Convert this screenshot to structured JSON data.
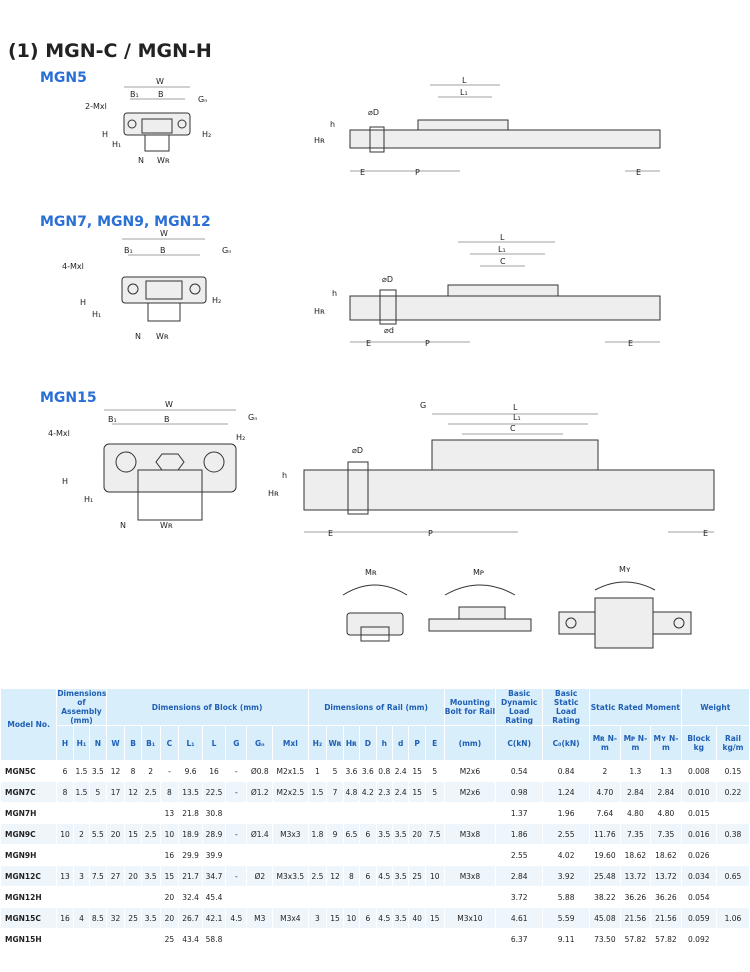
{
  "title": "(1) MGN-C / MGN-H",
  "sections": {
    "mgn5": "MGN5",
    "mgn7": "MGN7, MGN9, MGN12",
    "mgn15": "MGN15"
  },
  "labels": {
    "W": "W",
    "B": "B",
    "B1": "B₁",
    "Gn": "Gₙ",
    "mxl2": "2-Mxl",
    "mxl4": "4-Mxl",
    "H": "H",
    "H1": "H₁",
    "H2": "H₂",
    "N": "N",
    "WR": "Wʀ",
    "L": "L",
    "L1": "L₁",
    "C": "C",
    "phiD": "⌀D",
    "phid": "⌀d",
    "h": "h",
    "HR": "Hʀ",
    "E": "E",
    "P": "P",
    "G": "G",
    "MR": "Mʀ",
    "MP": "Mᴘ",
    "MY": "Mʏ"
  },
  "table": {
    "headers": {
      "model_no": "Model No.",
      "dim_assembly": "Dimensions of Assembly (mm)",
      "dim_block": "Dimensions of Block (mm)",
      "dim_rail": "Dimensions of Rail (mm)",
      "mount_bolt": "Mounting Bolt for Rail",
      "basic_dynamic": "Basic Dynamic Load Rating",
      "basic_static": "Basic Static Load Rating",
      "static_moment": "Static Rated Moment",
      "weight": "Weight"
    },
    "subheaders": [
      "H",
      "H₁",
      "N",
      "W",
      "B",
      "B₁",
      "C",
      "L₁",
      "L",
      "G",
      "Gₙ",
      "Mxl",
      "H₂",
      "Wʀ",
      "Hʀ",
      "D",
      "h",
      "d",
      "P",
      "E",
      "(mm)",
      "C(kN)",
      "C₀(kN)",
      "Mʀ N-m",
      "Mᴘ N-m",
      "Mʏ N-m",
      "Block kg",
      "Rail kg/m"
    ],
    "rows": [
      [
        "MGN5C",
        "6",
        "1.5",
        "3.5",
        "12",
        "8",
        "2",
        "-",
        "9.6",
        "16",
        "-",
        "Ø0.8",
        "M2x1.5",
        "1",
        "5",
        "3.6",
        "3.6",
        "0.8",
        "2.4",
        "15",
        "5",
        "M2x6",
        "0.54",
        "0.84",
        "2",
        "1.3",
        "1.3",
        "0.008",
        "0.15"
      ],
      [
        "MGN7C",
        "8",
        "1.5",
        "5",
        "17",
        "12",
        "2.5",
        "8",
        "13.5",
        "22.5",
        "-",
        "Ø1.2",
        "M2x2.5",
        "1.5",
        "7",
        "4.8",
        "4.2",
        "2.3",
        "2.4",
        "15",
        "5",
        "M2x6",
        "0.98",
        "1.24",
        "4.70",
        "2.84",
        "2.84",
        "0.010",
        "0.22"
      ],
      [
        "MGN7H",
        "",
        "",
        "",
        "",
        "",
        "",
        "13",
        "21.8",
        "30.8",
        "",
        "",
        "",
        "",
        "",
        "",
        "",
        "",
        "",
        "",
        "",
        "",
        "1.37",
        "1.96",
        "7.64",
        "4.80",
        "4.80",
        "0.015",
        ""
      ],
      [
        "MGN9C",
        "10",
        "2",
        "5.5",
        "20",
        "15",
        "2.5",
        "10",
        "18.9",
        "28.9",
        "-",
        "Ø1.4",
        "M3x3",
        "1.8",
        "9",
        "6.5",
        "6",
        "3.5",
        "3.5",
        "20",
        "7.5",
        "M3x8",
        "1.86",
        "2.55",
        "11.76",
        "7.35",
        "7.35",
        "0.016",
        "0.38"
      ],
      [
        "MGN9H",
        "",
        "",
        "",
        "",
        "",
        "",
        "16",
        "29.9",
        "39.9",
        "",
        "",
        "",
        "",
        "",
        "",
        "",
        "",
        "",
        "",
        "",
        "",
        "2.55",
        "4.02",
        "19.60",
        "18.62",
        "18.62",
        "0.026",
        ""
      ],
      [
        "MGN12C",
        "13",
        "3",
        "7.5",
        "27",
        "20",
        "3.5",
        "15",
        "21.7",
        "34.7",
        "-",
        "Ø2",
        "M3x3.5",
        "2.5",
        "12",
        "8",
        "6",
        "4.5",
        "3.5",
        "25",
        "10",
        "M3x8",
        "2.84",
        "3.92",
        "25.48",
        "13.72",
        "13.72",
        "0.034",
        "0.65"
      ],
      [
        "MGN12H",
        "",
        "",
        "",
        "",
        "",
        "",
        "20",
        "32.4",
        "45.4",
        "",
        "",
        "",
        "",
        "",
        "",
        "",
        "",
        "",
        "",
        "",
        "",
        "3.72",
        "5.88",
        "38.22",
        "36.26",
        "36.26",
        "0.054",
        ""
      ],
      [
        "MGN15C",
        "16",
        "4",
        "8.5",
        "32",
        "25",
        "3.5",
        "20",
        "26.7",
        "42.1",
        "4.5",
        "M3",
        "M3x4",
        "3",
        "15",
        "10",
        "6",
        "4.5",
        "3.5",
        "40",
        "15",
        "M3x10",
        "4.61",
        "5.59",
        "45.08",
        "21.56",
        "21.56",
        "0.059",
        "1.06"
      ],
      [
        "MGN15H",
        "",
        "",
        "",
        "",
        "",
        "",
        "25",
        "43.4",
        "58.8",
        "",
        "",
        "",
        "",
        "",
        "",
        "",
        "",
        "",
        "",
        "",
        "",
        "6.37",
        "9.11",
        "73.50",
        "57.82",
        "57.82",
        "0.092",
        ""
      ]
    ]
  }
}
